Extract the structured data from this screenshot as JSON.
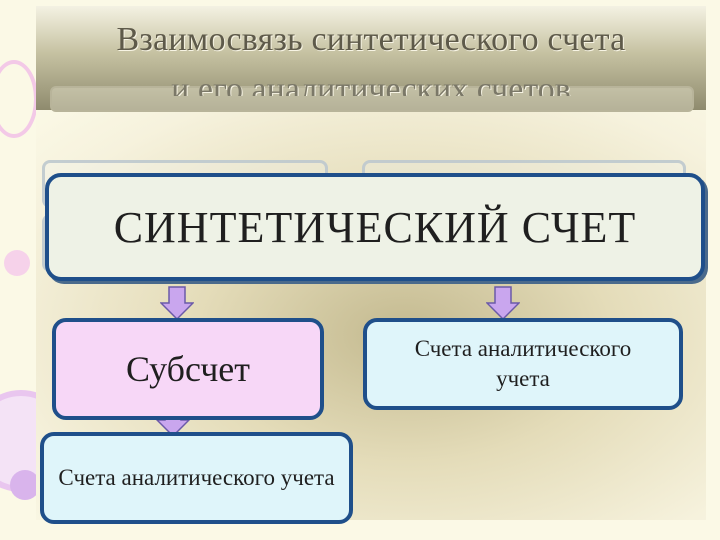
{
  "title": {
    "line1": "Взаимосвязь синтетического счета",
    "line2": "и его аналитических счетов"
  },
  "diagram": {
    "top_box": "СИНТЕТИЧЕСКИЙ СЧЕТ",
    "sub_account": "Субсчет",
    "analytic_right": "Счета аналитического учета",
    "analytic_bottom": "Счета аналитического учета"
  },
  "colors": {
    "box_border": "#1f4f8a",
    "sub_fill": "#f7d7f7",
    "analytic_fill": "#dff5fa",
    "arrow_fill": "#c9a6ee"
  }
}
